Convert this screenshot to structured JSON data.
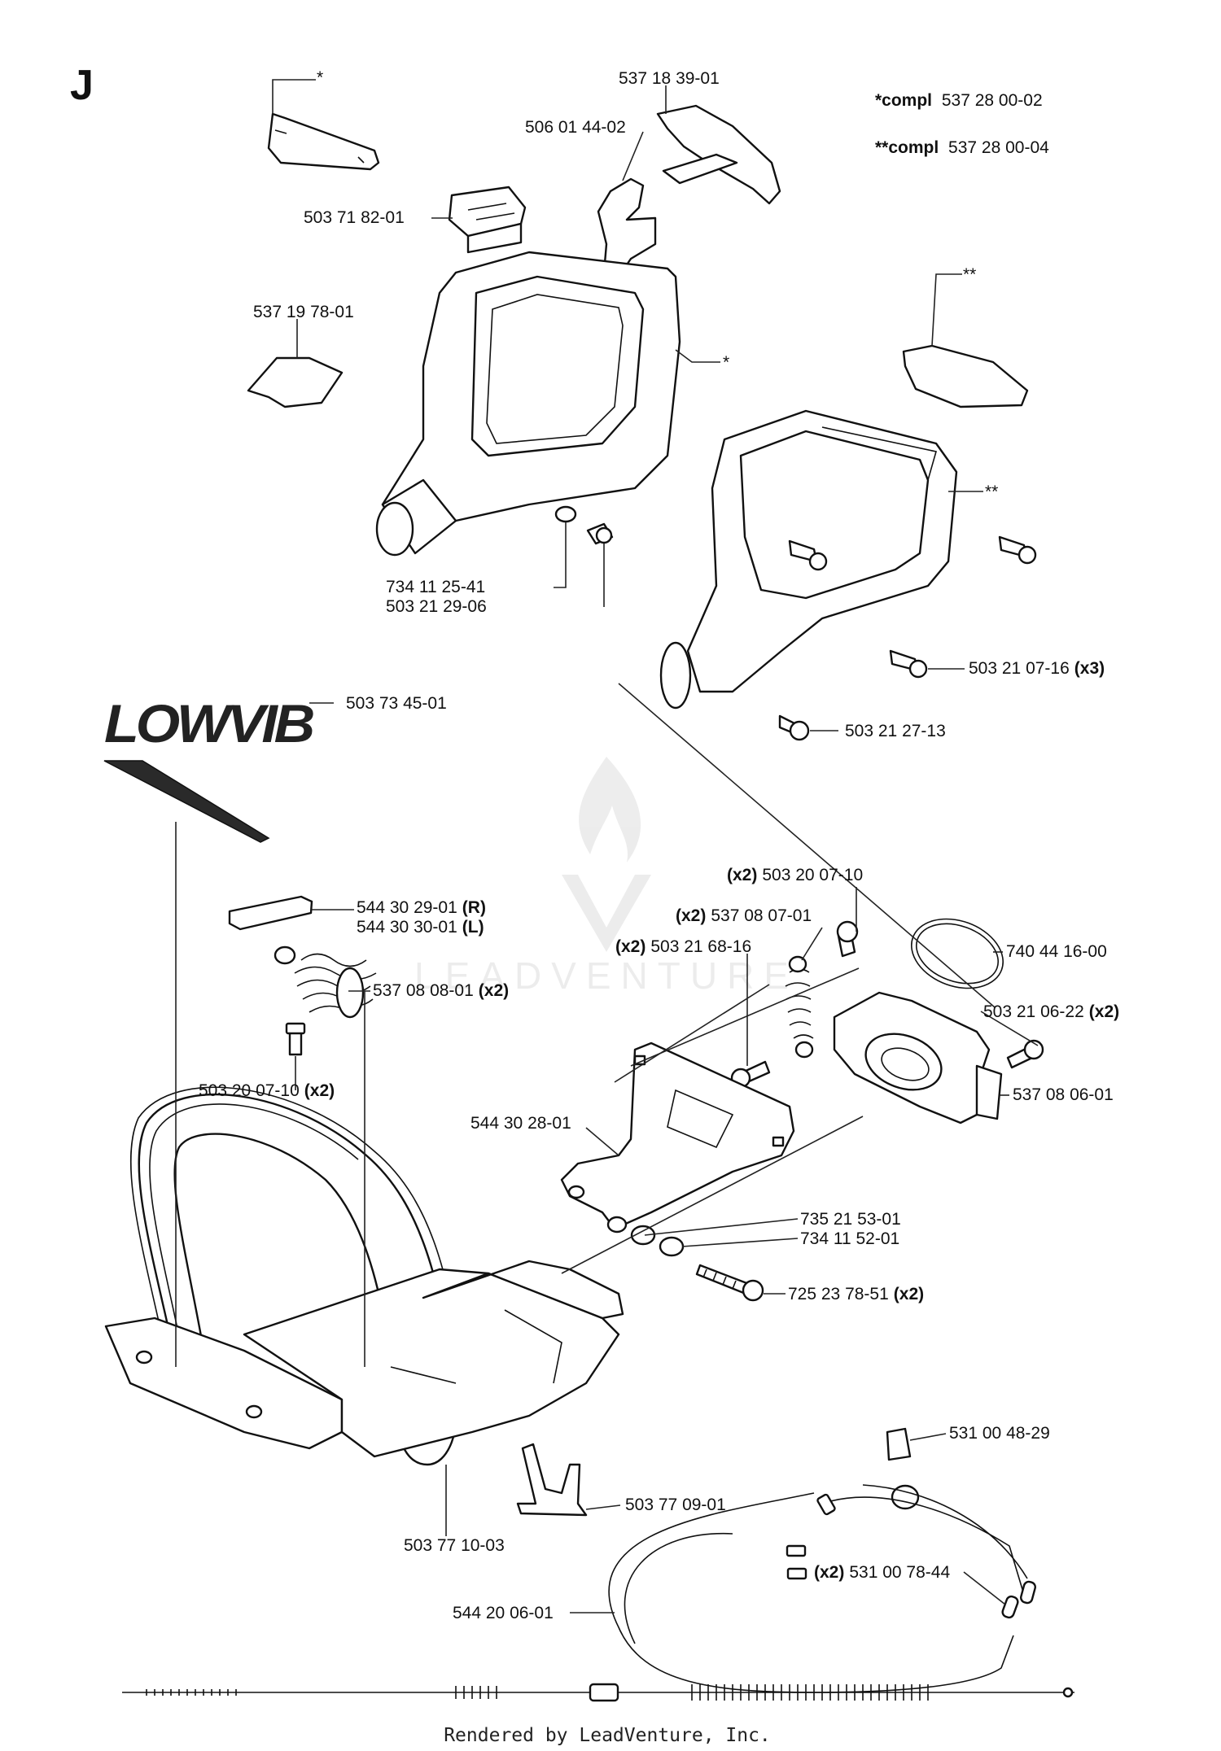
{
  "section_letter": "J",
  "kit_notes": [
    {
      "mark": "*compl",
      "number": "537 28 00-02"
    },
    {
      "mark": "**compl",
      "number": "537 28 00-04"
    }
  ],
  "callouts": [
    {
      "id": "c-star-1",
      "pre": "",
      "text": "*",
      "post": ""
    },
    {
      "id": "c-537183901",
      "pre": "",
      "text": "537 18 39-01",
      "post": ""
    },
    {
      "id": "c-506014402",
      "pre": "",
      "text": "506 01 44-02",
      "post": ""
    },
    {
      "id": "c-503718201",
      "pre": "",
      "text": "503 71 82-01",
      "post": ""
    },
    {
      "id": "c-537197801",
      "pre": "",
      "text": "537 19 78-01",
      "post": ""
    },
    {
      "id": "c-star-2",
      "pre": "",
      "text": "*",
      "post": ""
    },
    {
      "id": "c-dstar-1",
      "pre": "",
      "text": "**",
      "post": ""
    },
    {
      "id": "c-dstar-2",
      "pre": "",
      "text": "**",
      "post": ""
    },
    {
      "id": "c-734112541",
      "pre": "",
      "text": "734 11 25-41",
      "post": ""
    },
    {
      "id": "c-503212906",
      "pre": "",
      "text": "503 21 29-06",
      "post": ""
    },
    {
      "id": "c-503210716",
      "pre": "",
      "text": "503 21 07-16",
      "post": "(x3)"
    },
    {
      "id": "c-503734501",
      "pre": "",
      "text": "503 73 45-01",
      "post": ""
    },
    {
      "id": "c-503212713",
      "pre": "",
      "text": "503 21 27-13",
      "post": ""
    },
    {
      "id": "c-503200710a",
      "pre": "(x2)",
      "text": "503 20 07-10",
      "post": ""
    },
    {
      "id": "c-544302901",
      "pre": "",
      "text": "544 30 29-01",
      "post": "(R)"
    },
    {
      "id": "c-544303001",
      "pre": "",
      "text": "544 30 30-01",
      "post": "(L)"
    },
    {
      "id": "c-537080701",
      "pre": "(x2)",
      "text": "537 08 07-01",
      "post": ""
    },
    {
      "id": "c-503216816",
      "pre": "(x2)",
      "text": "503 21 68-16",
      "post": ""
    },
    {
      "id": "c-740441600",
      "pre": "",
      "text": "740 44 16-00",
      "post": ""
    },
    {
      "id": "c-537080801",
      "pre": "",
      "text": "537 08 08-01",
      "post": "(x2)"
    },
    {
      "id": "c-503210622",
      "pre": "",
      "text": "503 21 06-22",
      "post": "(x2)"
    },
    {
      "id": "c-503200710b",
      "pre": "",
      "text": "503 20 07-10",
      "post": "(x2)"
    },
    {
      "id": "c-537080601",
      "pre": "",
      "text": "537 08 06-01",
      "post": ""
    },
    {
      "id": "c-544302801",
      "pre": "",
      "text": "544 30 28-01",
      "post": ""
    },
    {
      "id": "c-735215301",
      "pre": "",
      "text": "735 21 53-01",
      "post": ""
    },
    {
      "id": "c-734115201",
      "pre": "",
      "text": "734 11 52-01",
      "post": ""
    },
    {
      "id": "c-725237851",
      "pre": "",
      "text": "725 23 78-51",
      "post": "(x2)"
    },
    {
      "id": "c-531004829",
      "pre": "",
      "text": "531 00 48-29",
      "post": ""
    },
    {
      "id": "c-503770901",
      "pre": "",
      "text": "503 77 09-01",
      "post": ""
    },
    {
      "id": "c-503771003",
      "pre": "",
      "text": "503 77 10-03",
      "post": ""
    },
    {
      "id": "c-531007844",
      "pre": "(x2)",
      "text": "531 00 78-44",
      "post": ""
    },
    {
      "id": "c-544200601",
      "pre": "",
      "text": "544 20 06-01",
      "post": ""
    }
  ],
  "decal_text": "LOWVIB",
  "watermark_text": "LEADVENTURE",
  "footer_text": "Rendered by LeadVenture, Inc."
}
